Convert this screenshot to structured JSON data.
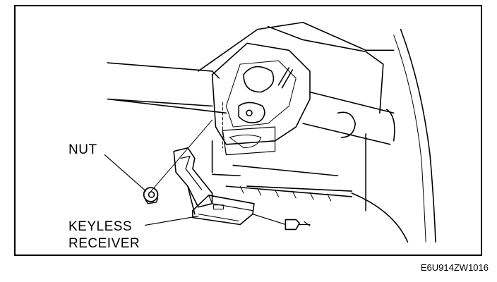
{
  "labels": {
    "nut": "NUT",
    "keyless_line1": "KEYLESS",
    "keyless_line2": "RECEIVER"
  },
  "figure_code": "E6U914ZW1016"
}
